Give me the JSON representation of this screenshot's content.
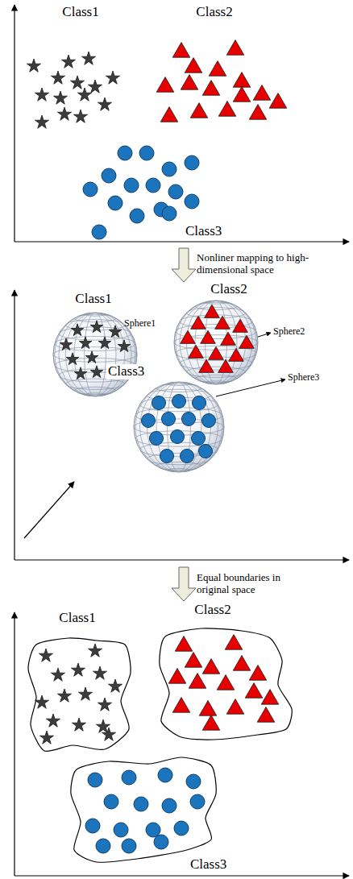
{
  "diagram": {
    "nodes": [
      {
        "text": [
          "Class1"
        ]
      },
      {
        "text": [
          "Class2"
        ]
      },
      {
        "text": [
          "Class3"
        ]
      },
      {
        "text": [
          "Class1"
        ]
      },
      {
        "text": [
          "Class2"
        ]
      },
      {
        "text": [
          "Class3"
        ]
      }
    ],
    "labels": [
      "Class1",
      "Class2",
      "Class3",
      "Nonliner mapping to high-dimensional space",
      "Sphere1",
      "Sphere2",
      "Sphere3",
      "Equal boundaries in original space"
    ]
  }
}
